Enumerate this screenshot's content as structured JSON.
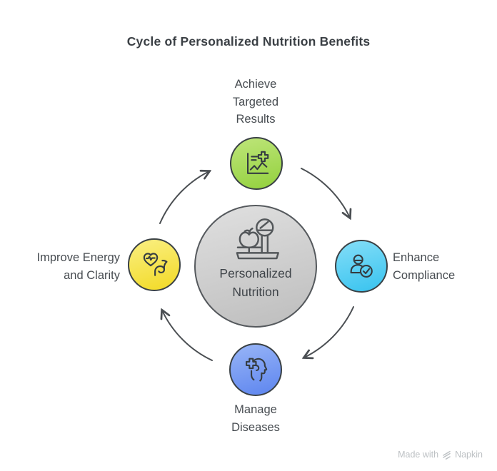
{
  "title": "Cycle of Personalized Nutrition Benefits",
  "center": {
    "lines": [
      "Personalized",
      "Nutrition"
    ],
    "icon": "weighing-scale-apple-icon",
    "color_top": "#e0e0e0",
    "color_bottom": "#bdbdbd"
  },
  "nodes": {
    "top": {
      "label": "Achieve Targeted Results",
      "lines": [
        "Achieve",
        "Targeted",
        "Results"
      ],
      "icon": "chart-medical-cross-icon",
      "color_top": "#bee57a",
      "color_bottom": "#93d13d"
    },
    "right": {
      "label": "Enhance Compliance",
      "lines": [
        "Enhance",
        "Compliance"
      ],
      "icon": "person-check-icon",
      "color_top": "#84def8",
      "color_bottom": "#38c3ef"
    },
    "bottom": {
      "label": "Manage Diseases",
      "lines": [
        "Manage",
        "Diseases"
      ],
      "icon": "head-medical-cross-icon",
      "color_top": "#98b5f7",
      "color_bottom": "#5d85ef"
    },
    "left": {
      "label": "Improve Energy and Clarity",
      "lines": [
        "Improve Energy",
        "and Clarity"
      ],
      "icon": "heart-bicep-icon",
      "color_top": "#faef82",
      "color_bottom": "#f2da25"
    }
  },
  "cycle": {
    "direction": "clockwise",
    "order": [
      "Achieve Targeted Results",
      "Enhance Compliance",
      "Manage Diseases",
      "Improve Energy and Clarity"
    ]
  },
  "watermark": {
    "prefix": "Made with",
    "brand": "Napkin"
  },
  "style": {
    "arrow_color": "#4a4e52",
    "icon_stroke": "#353c41",
    "center_icon_stroke": "#53575a",
    "text_color": "#474c51",
    "title_color": "#3b4045"
  }
}
